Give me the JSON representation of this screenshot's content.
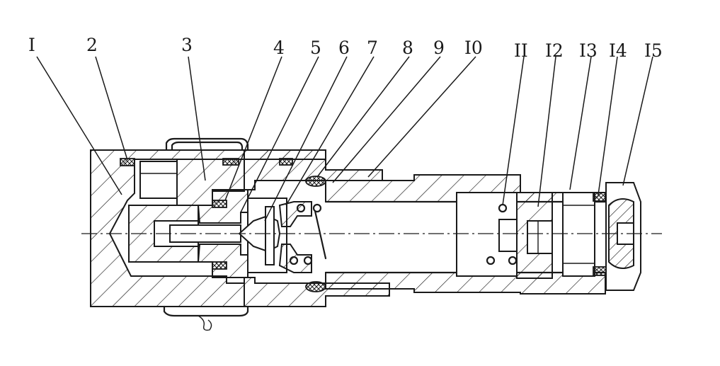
{
  "callouts": [
    {
      "id": "1",
      "label": "I"
    },
    {
      "id": "2",
      "label": "2"
    },
    {
      "id": "3",
      "label": "3"
    },
    {
      "id": "4",
      "label": "4"
    },
    {
      "id": "5",
      "label": "5"
    },
    {
      "id": "6",
      "label": "6"
    },
    {
      "id": "7",
      "label": "7"
    },
    {
      "id": "8",
      "label": "8"
    },
    {
      "id": "9",
      "label": "9"
    },
    {
      "id": "10",
      "label": "I0"
    },
    {
      "id": "11",
      "label": "II"
    },
    {
      "id": "12",
      "label": "I2"
    },
    {
      "id": "13",
      "label": "I3"
    },
    {
      "id": "14",
      "label": "I4"
    },
    {
      "id": "15",
      "label": "I5"
    }
  ]
}
